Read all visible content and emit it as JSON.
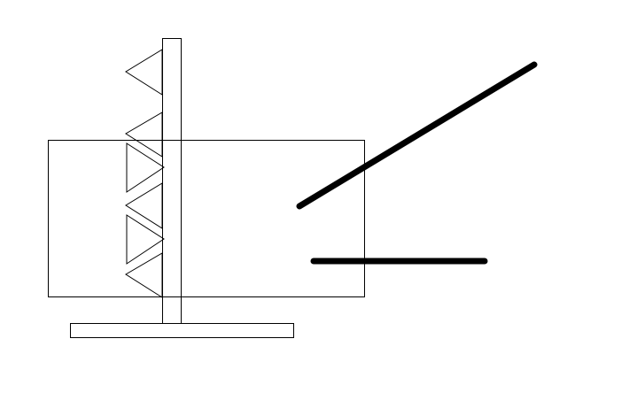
{
  "canvas": {
    "background": "#ffffff",
    "ink": "#000000"
  },
  "shapes": {
    "count_outline_rectangles": 3,
    "count_triangles": 6,
    "count_thick_lines": 2
  }
}
